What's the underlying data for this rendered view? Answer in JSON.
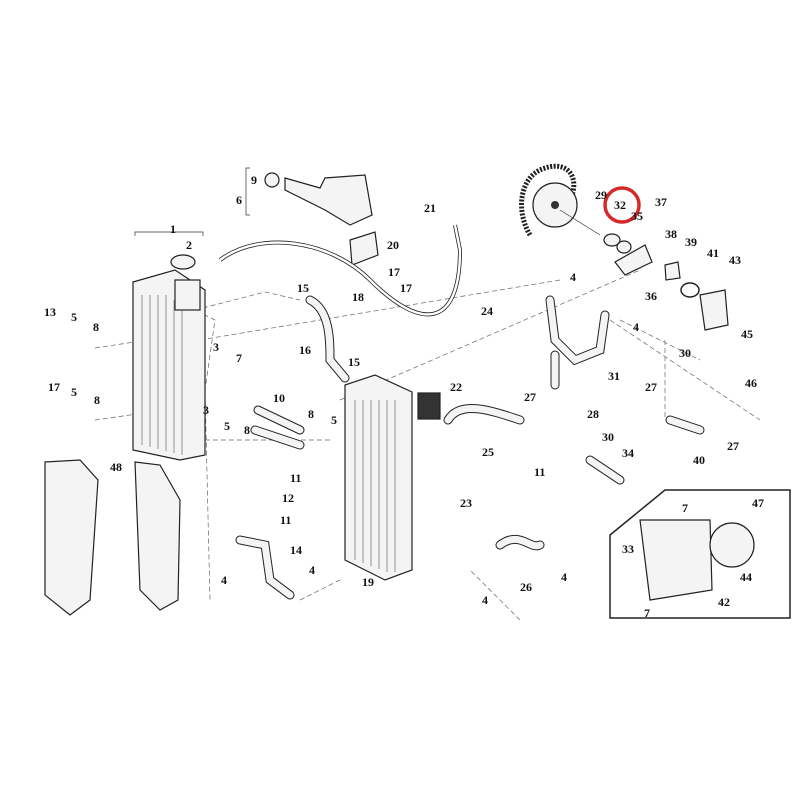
{
  "diagram": {
    "title_hidden": null,
    "callouts": [
      "1",
      "2",
      "3",
      "3",
      "4",
      "4",
      "4",
      "4",
      "4",
      "4",
      "5",
      "5",
      "5",
      "5",
      "6",
      "7",
      "7",
      "7",
      "8",
      "8",
      "8",
      "8",
      "9",
      "10",
      "11",
      "11",
      "11",
      "12",
      "13",
      "14",
      "15",
      "15",
      "16",
      "17",
      "17",
      "17",
      "18",
      "19",
      "20",
      "21",
      "22",
      "23",
      "24",
      "25",
      "26",
      "27",
      "27",
      "27",
      "28",
      "29",
      "30",
      "30",
      "31",
      "32",
      "33",
      "34",
      "35",
      "36",
      "37",
      "38",
      "39",
      "40",
      "41",
      "42",
      "43",
      "44",
      "45",
      "46",
      "47",
      "48"
    ],
    "highlighted_part": "32",
    "highlight_color": "#d42a2a"
  }
}
